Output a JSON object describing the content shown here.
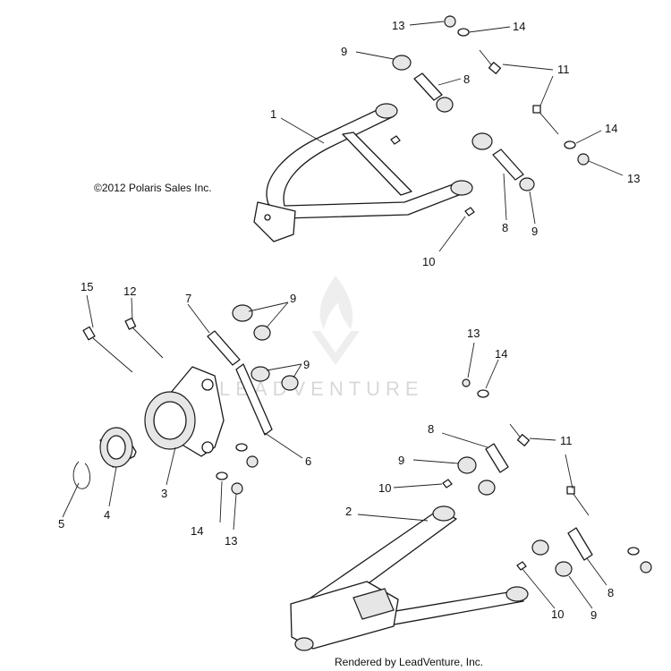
{
  "copyright": "©2012 Polaris Sales Inc.",
  "watermark": "LEADVENTURE",
  "footer": "Rendered by LeadVenture, Inc.",
  "callouts": {
    "c1": "1",
    "c2": "2",
    "c3": "3",
    "c4": "4",
    "c5": "5",
    "c6": "6",
    "c7": "7",
    "c8a": "8",
    "c8b": "8",
    "c8c": "8",
    "c8d": "8",
    "c9a": "9",
    "c9b": "9",
    "c9c": "9",
    "c9d": "9",
    "c9e": "9",
    "c9f": "9",
    "c10a": "10",
    "c10b": "10",
    "c10c": "10",
    "c11a": "11",
    "c11b": "11",
    "c12": "12",
    "c13a": "13",
    "c13b": "13",
    "c13c": "13",
    "c13d": "13",
    "c14a": "14",
    "c14b": "14",
    "c14c": "14",
    "c14d": "14",
    "c15": "15"
  }
}
